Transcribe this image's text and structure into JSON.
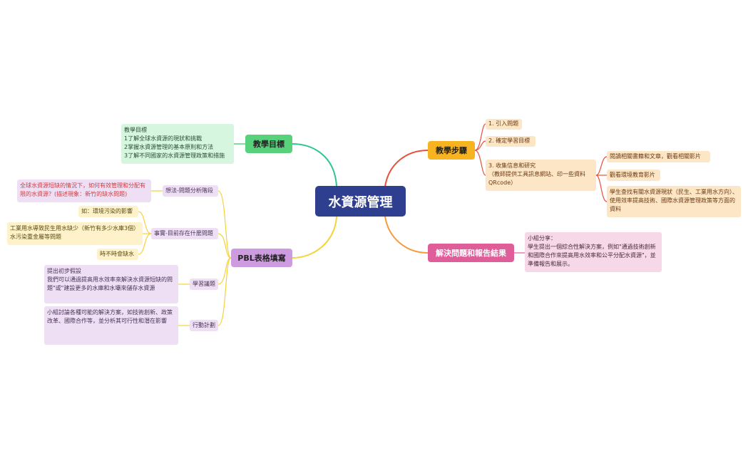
{
  "center": {
    "title": "水資源管理"
  },
  "branches": {
    "goals": {
      "label": "教學目標",
      "content": [
        "教學目標",
        "1了解全球水資源的現狀和挑戰",
        "2掌握水資源管理的基本原則和方法",
        "3了解不同國家的水資源管理政策和措施"
      ]
    },
    "steps": {
      "label": "教學步驟",
      "items": [
        "1. 引入問題",
        "2. 確定學習目標",
        "3. 收集信息和研究\n（教師提供工具訊息網站、印一些資料QRcode）"
      ],
      "sub": [
        "閱讀相關書籍和文章，觀看相關影片",
        "觀看環境教育影片",
        "學生查找有關水資源現狀（民生、工業用水方向）、使用效率提高技術、國際水資源管理政策等方面的資料"
      ]
    },
    "results": {
      "label": "解決問題和報告結果",
      "content": "小組分享：\n學生提出一個綜合性解決方案，例如\"通過技術創新和國際合作來提高用水效率和公平分配水資源\"，並準備報告和展示。"
    },
    "pbl": {
      "label": "PBL表格填寫",
      "stages": [
        {
          "label": "想法-問題分析階段",
          "detail": "全球水資源短缺的情況下，如何有效管理和分配有限的水資源？(描述現象：新竹的缺水問題)"
        },
        {
          "label": "事實-目前存在什麼問題",
          "details": [
            "如：環境污染的影響",
            "工業用水導致民生用水缺少（新竹有多少水庫3個）水污染重金屬等問題",
            "時不時會缺水"
          ]
        },
        {
          "label": "學習議題",
          "detail": "提出初步假設\n我們可以通過提高用水效率來解決水資源短缺的問題\"或\"建設更多的水庫和水壩來儲存水資源"
        },
        {
          "label": "行動計劃",
          "detail": "小組討論各種可能的解決方案，如技術創新、政策改革、國際合作等，並分析其可行性和潛在影響"
        }
      ]
    }
  },
  "colors": {
    "center": "#2f3f8f",
    "green": "#57d27b",
    "orange": "#f8b321",
    "pink": "#df5e9a",
    "purple": "#cf9be0",
    "red_line": "#e8503a",
    "yellow_line": "#f5d23a"
  }
}
